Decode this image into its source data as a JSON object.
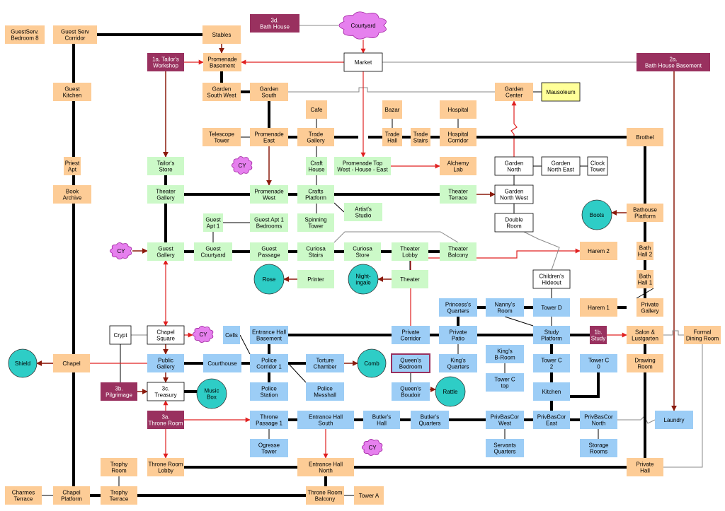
{
  "colors": {
    "orange": "#fdcc96",
    "green": "#ccf9c8",
    "blue": "#9ccdf6",
    "white": "#ffffff",
    "maroon": "#99315f",
    "teal": "#2ecdc6",
    "yellow": "#ffff99",
    "cloud": "#e680ee",
    "red": "#e02020",
    "brown": "#8b1a0c",
    "black": "#000000",
    "gray": "#888888"
  },
  "nodes": {
    "guestserv_bedroom8": {
      "lines": [
        "GuestServ.",
        "Bedroom 8"
      ],
      "color": "orange"
    },
    "guestserv_corridor": {
      "lines": [
        "Guest Serv",
        "Corridor"
      ],
      "color": "orange"
    },
    "stables": {
      "lines": [
        "Stables"
      ],
      "color": "orange"
    },
    "bath_house_3d": {
      "lines": [
        "3d.",
        "Bath House"
      ],
      "color": "maroon"
    },
    "courtyard": {
      "lines": [
        "Courtyard"
      ],
      "color": "cloud"
    },
    "tailors_workshop_1a": {
      "lines": [
        "1a. Tailor's",
        "Workshop"
      ],
      "color": "maroon"
    },
    "promenade_basement": {
      "lines": [
        "Promenade",
        "Basement"
      ],
      "color": "orange"
    },
    "market": {
      "lines": [
        "Market"
      ],
      "color": "white"
    },
    "bath_house_basement_2a": {
      "lines": [
        "2a.",
        "Bath House Basement"
      ],
      "color": "maroon"
    },
    "guest_kitchen": {
      "lines": [
        "Guest",
        "Kitchen"
      ],
      "color": "orange"
    },
    "garden_south_west": {
      "lines": [
        "Garden",
        "South West"
      ],
      "color": "orange"
    },
    "garden_south": {
      "lines": [
        "Garden",
        "South"
      ],
      "color": "orange"
    },
    "garden_center": {
      "lines": [
        "Garden",
        "Center"
      ],
      "color": "orange"
    },
    "mausoleum": {
      "lines": [
        "Mausoleum"
      ],
      "color": "yellow"
    },
    "cafe": {
      "lines": [
        "Cafe"
      ],
      "color": "orange"
    },
    "bazar": {
      "lines": [
        "Bazar"
      ],
      "color": "orange"
    },
    "hospital": {
      "lines": [
        "Hospital"
      ],
      "color": "orange"
    },
    "telescope_tower": {
      "lines": [
        "Telescope",
        "Tower"
      ],
      "color": "orange"
    },
    "promenade_east": {
      "lines": [
        "Promenade",
        "East"
      ],
      "color": "orange"
    },
    "trade_gallery": {
      "lines": [
        "Trade",
        "Gallery"
      ],
      "color": "orange"
    },
    "trade_hall": {
      "lines": [
        "Trade",
        "Hall"
      ],
      "color": "orange"
    },
    "trade_stairs": {
      "lines": [
        "Trade",
        "Stairs"
      ],
      "color": "orange"
    },
    "hospital_corridor": {
      "lines": [
        "Hospital",
        "Corridor"
      ],
      "color": "orange"
    },
    "brothel": {
      "lines": [
        "Brothel"
      ],
      "color": "orange"
    },
    "priest_apt": {
      "lines": [
        "Priest",
        "Apt"
      ],
      "color": "orange"
    },
    "tailors_store": {
      "lines": [
        "Tailor's",
        "Store"
      ],
      "color": "green"
    },
    "cy_1": {
      "lines": [
        "CY"
      ],
      "color": "cloud"
    },
    "craft_house": {
      "lines": [
        "Craft",
        "House"
      ],
      "color": "green"
    },
    "promenade_top": {
      "lines": [
        "Promenade Top",
        "West - House - East"
      ],
      "color": "green"
    },
    "alchemy_lab": {
      "lines": [
        "Alchemy",
        "Lab"
      ],
      "color": "orange"
    },
    "garden_north": {
      "lines": [
        "Garden",
        "North"
      ],
      "color": "white"
    },
    "garden_north_east": {
      "lines": [
        "Garden",
        "North East"
      ],
      "color": "white"
    },
    "clock_tower": {
      "lines": [
        "Clock",
        "Tower"
      ],
      "color": "white"
    },
    "book_archive": {
      "lines": [
        "Book",
        "Archive"
      ],
      "color": "orange"
    },
    "theater_gallery": {
      "lines": [
        "Theater",
        "Gallery"
      ],
      "color": "green"
    },
    "promenade_west": {
      "lines": [
        "Promenade",
        "West"
      ],
      "color": "green"
    },
    "crafts_platform": {
      "lines": [
        "Crafts",
        "Platform"
      ],
      "color": "green"
    },
    "artists_studio": {
      "lines": [
        "Artist's",
        "Studio"
      ],
      "color": "green"
    },
    "theater_terrace": {
      "lines": [
        "Theater",
        "Terrace"
      ],
      "color": "green"
    },
    "garden_north_west": {
      "lines": [
        "Garden",
        "North West"
      ],
      "color": "white"
    },
    "boots": {
      "lines": [
        "Boots"
      ],
      "color": "teal"
    },
    "bathouse_platform": {
      "lines": [
        "Bathouse",
        "Platform"
      ],
      "color": "orange"
    },
    "guest_apt1": {
      "lines": [
        "Guest",
        "Apt 1"
      ],
      "color": "green"
    },
    "guest_apt1_bedrooms": {
      "lines": [
        "Guest Apt 1",
        "Bedrooms"
      ],
      "color": "green"
    },
    "spinning_tower": {
      "lines": [
        "Spinning",
        "Tower"
      ],
      "color": "green"
    },
    "double_room": {
      "lines": [
        "Double",
        "Room"
      ],
      "color": "white"
    },
    "cy_2": {
      "lines": [
        "CY"
      ],
      "color": "cloud"
    },
    "guest_gallery": {
      "lines": [
        "Guest",
        "Gallery"
      ],
      "color": "green"
    },
    "guest_courtyard": {
      "lines": [
        "Guest",
        "Courtyard"
      ],
      "color": "green"
    },
    "guest_passage": {
      "lines": [
        "Guest",
        "Passage"
      ],
      "color": "green"
    },
    "curiosa_stairs": {
      "lines": [
        "Curiosa",
        "Stairs"
      ],
      "color": "green"
    },
    "curiosa_store": {
      "lines": [
        "Curiosa",
        "Store"
      ],
      "color": "green"
    },
    "theater_lobby": {
      "lines": [
        "Theater",
        "Lobby"
      ],
      "color": "green"
    },
    "theater_balcony": {
      "lines": [
        "Theater",
        "Balcony"
      ],
      "color": "green"
    },
    "harem2": {
      "lines": [
        "Harem 2"
      ],
      "color": "orange"
    },
    "bath_hall2": {
      "lines": [
        "Bath",
        "Hall 2"
      ],
      "color": "orange"
    },
    "rose": {
      "lines": [
        "Rose"
      ],
      "color": "teal"
    },
    "printer": {
      "lines": [
        "Printer"
      ],
      "color": "green"
    },
    "nightingale": {
      "lines": [
        "Night-",
        "ingale"
      ],
      "color": "teal"
    },
    "theater": {
      "lines": [
        "Theater"
      ],
      "color": "green"
    },
    "childrens_hideout": {
      "lines": [
        "Children's",
        "Hideout"
      ],
      "color": "white"
    },
    "bath_hall1": {
      "lines": [
        "Bath",
        "Hall 1"
      ],
      "color": "orange"
    },
    "princess_quarters": {
      "lines": [
        "Princess's",
        "Quarters"
      ],
      "color": "blue"
    },
    "nannys_room": {
      "lines": [
        "Nanny's",
        "Room"
      ],
      "color": "blue"
    },
    "tower_d": {
      "lines": [
        "Tower D"
      ],
      "color": "blue"
    },
    "harem1": {
      "lines": [
        "Harem 1"
      ],
      "color": "orange"
    },
    "private_gallery": {
      "lines": [
        "Private",
        "Gallery"
      ],
      "color": "orange"
    },
    "crypt": {
      "lines": [
        "Crypt"
      ],
      "color": "white"
    },
    "chapel_square": {
      "lines": [
        "Chapel",
        "Square"
      ],
      "color": "white"
    },
    "cy_3": {
      "lines": [
        "CY"
      ],
      "color": "cloud"
    },
    "cells": {
      "lines": [
        "Cells"
      ],
      "color": "blue"
    },
    "entrance_hall_basement": {
      "lines": [
        "Entrance Hall",
        "Basement"
      ],
      "color": "blue"
    },
    "private_corridor": {
      "lines": [
        "Private",
        "Corridor"
      ],
      "color": "blue"
    },
    "private_patio": {
      "lines": [
        "Private",
        "Patio"
      ],
      "color": "blue"
    },
    "study_platform": {
      "lines": [
        "Study",
        "Platform"
      ],
      "color": "blue"
    },
    "study_1b": {
      "lines": [
        "1b.",
        "Study"
      ],
      "color": "maroon"
    },
    "salon": {
      "lines": [
        "Salon &",
        "Lustgarten"
      ],
      "color": "orange"
    },
    "formal_dining": {
      "lines": [
        "Formal",
        "Dining Room"
      ],
      "color": "orange"
    },
    "shield": {
      "lines": [
        "Shield"
      ],
      "color": "teal"
    },
    "chapel": {
      "lines": [
        "Chapel"
      ],
      "color": "orange"
    },
    "public_gallery": {
      "lines": [
        "Public",
        "Gallery"
      ],
      "color": "blue"
    },
    "courthouse": {
      "lines": [
        "Courthouse"
      ],
      "color": "blue"
    },
    "police_corridor1": {
      "lines": [
        "Police",
        "Corridor 1"
      ],
      "color": "blue"
    },
    "torture_chamber": {
      "lines": [
        "Torture",
        "Chamber"
      ],
      "color": "blue"
    },
    "comb": {
      "lines": [
        "Comb"
      ],
      "color": "teal"
    },
    "queens_bedroom": {
      "lines": [
        "Queen's",
        "Bedroom"
      ],
      "color": "blue"
    },
    "kings_quarters": {
      "lines": [
        "King's",
        "Quarters"
      ],
      "color": "blue"
    },
    "kings_broom": {
      "lines": [
        "King's",
        "B-Room"
      ],
      "color": "blue"
    },
    "tower_c2": {
      "lines": [
        "Tower C",
        "2"
      ],
      "color": "blue"
    },
    "tower_c0": {
      "lines": [
        "Tower C",
        "0"
      ],
      "color": "blue"
    },
    "drawing_room": {
      "lines": [
        "Drawing",
        "Room"
      ],
      "color": "orange"
    },
    "pilgrimage_3b": {
      "lines": [
        "3b.",
        "Pilgrimage"
      ],
      "color": "maroon"
    },
    "treasury_3c": {
      "lines": [
        "3c.",
        "Treasury"
      ],
      "color": "white"
    },
    "music_box": {
      "lines": [
        "Music",
        "Box"
      ],
      "color": "teal"
    },
    "police_station": {
      "lines": [
        "Police",
        "Station"
      ],
      "color": "blue"
    },
    "police_messhall": {
      "lines": [
        "Police",
        "Messhall"
      ],
      "color": "blue"
    },
    "queens_boudoir": {
      "lines": [
        "Queen's",
        "Boudoir"
      ],
      "color": "blue"
    },
    "rattle": {
      "lines": [
        "Rattle"
      ],
      "color": "teal"
    },
    "tower_c_top": {
      "lines": [
        "Tower C",
        "top"
      ],
      "color": "blue"
    },
    "kitchen": {
      "lines": [
        "Kitchen"
      ],
      "color": "blue"
    },
    "throne_room_3a": {
      "lines": [
        "3a.",
        "Throne Room"
      ],
      "color": "maroon"
    },
    "throne_passage1": {
      "lines": [
        "Throne",
        "Passage 1"
      ],
      "color": "blue"
    },
    "entrance_hall_south": {
      "lines": [
        "Entrance Hall",
        "South"
      ],
      "color": "blue"
    },
    "butlers_hall": {
      "lines": [
        "Butler's",
        "Hall"
      ],
      "color": "blue"
    },
    "butlers_quarters": {
      "lines": [
        "Butler's",
        "Quarters"
      ],
      "color": "blue"
    },
    "privbascor_west": {
      "lines": [
        "PrivBasCor",
        "West"
      ],
      "color": "blue"
    },
    "privbascor_east": {
      "lines": [
        "PrivBasCor",
        "East"
      ],
      "color": "blue"
    },
    "privbascor_north": {
      "lines": [
        "PrivBasCor",
        "North"
      ],
      "color": "blue"
    },
    "laundry": {
      "lines": [
        "Laundry"
      ],
      "color": "blue"
    },
    "ogresse_tower": {
      "lines": [
        "Ogresse",
        "Tower"
      ],
      "color": "blue"
    },
    "servants_quarters": {
      "lines": [
        "Servants",
        "Quarters"
      ],
      "color": "blue"
    },
    "storage_rooms": {
      "lines": [
        "Storage",
        "Rooms"
      ],
      "color": "blue"
    },
    "cy_4": {
      "lines": [
        "CY"
      ],
      "color": "cloud"
    },
    "trophy_room": {
      "lines": [
        "Trophy",
        "Room"
      ],
      "color": "orange"
    },
    "throne_room_lobby": {
      "lines": [
        "Throne Room",
        "Lobby"
      ],
      "color": "orange"
    },
    "entrance_hall_north": {
      "lines": [
        "Entrance Hall",
        "North"
      ],
      "color": "orange"
    },
    "private_hall": {
      "lines": [
        "Private",
        "Hall"
      ],
      "color": "orange"
    },
    "charmes_terrace": {
      "lines": [
        "Charmes",
        "Terrace"
      ],
      "color": "orange"
    },
    "chapel_platform": {
      "lines": [
        "Chapel",
        "Platform"
      ],
      "color": "orange"
    },
    "trophy_terrace": {
      "lines": [
        "Trophy",
        "Terrace"
      ],
      "color": "orange"
    },
    "throne_room_balcony": {
      "lines": [
        "Throne Room",
        "Balcony"
      ],
      "color": "orange"
    },
    "tower_a": {
      "lines": [
        "Tower A"
      ],
      "color": "orange"
    }
  }
}
